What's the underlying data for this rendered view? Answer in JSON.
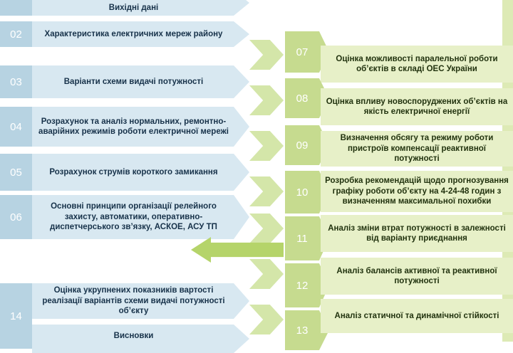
{
  "left_items": [
    {
      "num": "",
      "text": "Вихідні дані"
    },
    {
      "num": "02",
      "text": "Характеристика електричних мереж району"
    },
    {
      "num": "03",
      "text": "Варіанти схеми видачі потужності"
    },
    {
      "num": "04",
      "text": "Розрахунок та аналіз нормальних, ремонтно-аварійних режимів роботи електричної мережі"
    },
    {
      "num": "05",
      "text": "Розрахунок струмів короткого замикання"
    },
    {
      "num": "06",
      "text": "Основні принципи організації релейного захисту, автоматики, оперативно-диспетчерського зв’язку, АСКОЕ, АСУ ТП"
    },
    {
      "num": "14",
      "text": "Оцінка укрупнених показників вартості реалізації варіантів схеми видачі потужності об’єкту"
    },
    {
      "num": "",
      "text": "Висновки"
    }
  ],
  "right_items": [
    {
      "num": "07",
      "text": "Оцінка можливості паралельної роботи об’єктів в складі ОЕС України"
    },
    {
      "num": "08",
      "text": "Оцінка впливу новоспоруджених об’єктів на якість електричної енергії"
    },
    {
      "num": "09",
      "text": "Визначення обсягу та режиму роботи пристроїв компенсації реактивної потужності"
    },
    {
      "num": "10",
      "text": "Розробка рекомендацій щодо прогнозування графіку роботи об’єкту на 4-24-48 годин з визначенням максимальної похибки"
    },
    {
      "num": "11",
      "text": "Аналіз зміни втрат потужності в залежності від варіанту приєднання"
    },
    {
      "num": "12",
      "text": "Аналіз балансів активної та реактивної потужності"
    },
    {
      "num": "13",
      "text": "Аналіз статичної та динамічної стійкості"
    }
  ],
  "colors": {
    "blue_tab": "#b7d3e2",
    "blue_bar": "#d8e8f1",
    "green_tab": "#c6db8f",
    "green_bar": "#e7f0c8",
    "arrow": "#b5d46a"
  }
}
